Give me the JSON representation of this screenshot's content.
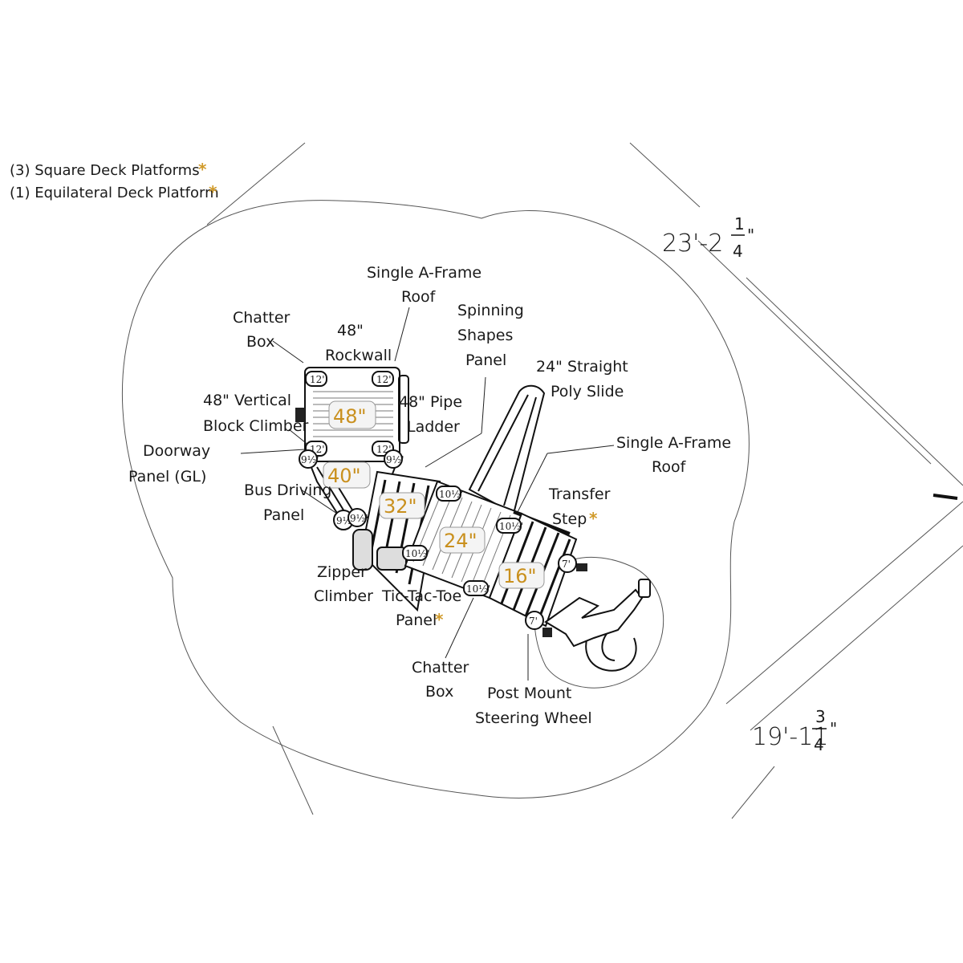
{
  "notes": {
    "square_decks": "(3) Square Deck Platforms",
    "equilateral_deck": "(1) Equilateral Deck Platform",
    "asterisk": "*"
  },
  "dimensions": {
    "width": {
      "main": "23'-2",
      "num": "1",
      "den": "4",
      "unit": "\""
    },
    "depth": {
      "main": "19'-11",
      "num": "3",
      "den": "4",
      "unit": "\""
    }
  },
  "labels": {
    "chatter_box_top": [
      "Chatter",
      "Box"
    ],
    "rockwall": [
      "48\"",
      "Rockwall"
    ],
    "single_roof_top": [
      "Single A-Frame",
      "Roof"
    ],
    "spinning_shapes": [
      "Spinning",
      "Shapes",
      "Panel"
    ],
    "straight_slide": [
      "24\" Straight",
      "Poly Slide"
    ],
    "vertical_block": [
      "48\" Vertical",
      "Block Climber"
    ],
    "pipe_ladder": [
      "48\" Pipe",
      "Ladder"
    ],
    "doorway_panel": [
      "Doorway",
      "Panel (GL)"
    ],
    "bus_driving": [
      "Bus Driving",
      "Panel"
    ],
    "single_roof_right": [
      "Single A-Frame",
      "Roof"
    ],
    "transfer_step": [
      "Transfer",
      "Step"
    ],
    "zipper_climber": [
      "Zipper",
      "Climber"
    ],
    "tic_tac_toe": [
      "Tic-Tac-Toe",
      "Panel"
    ],
    "chatter_box_bottom": [
      "Chatter",
      "Box"
    ],
    "steering_wheel": [
      "Post Mount",
      "Steering Wheel"
    ]
  },
  "decks": {
    "d48": "48\"",
    "d40": "40\"",
    "d32": "32\"",
    "d24": "24\"",
    "d16": "16\""
  },
  "post_heights": {
    "p12": "12'",
    "p9h": "9½'",
    "p10h": "10½'",
    "p7": "7'"
  }
}
